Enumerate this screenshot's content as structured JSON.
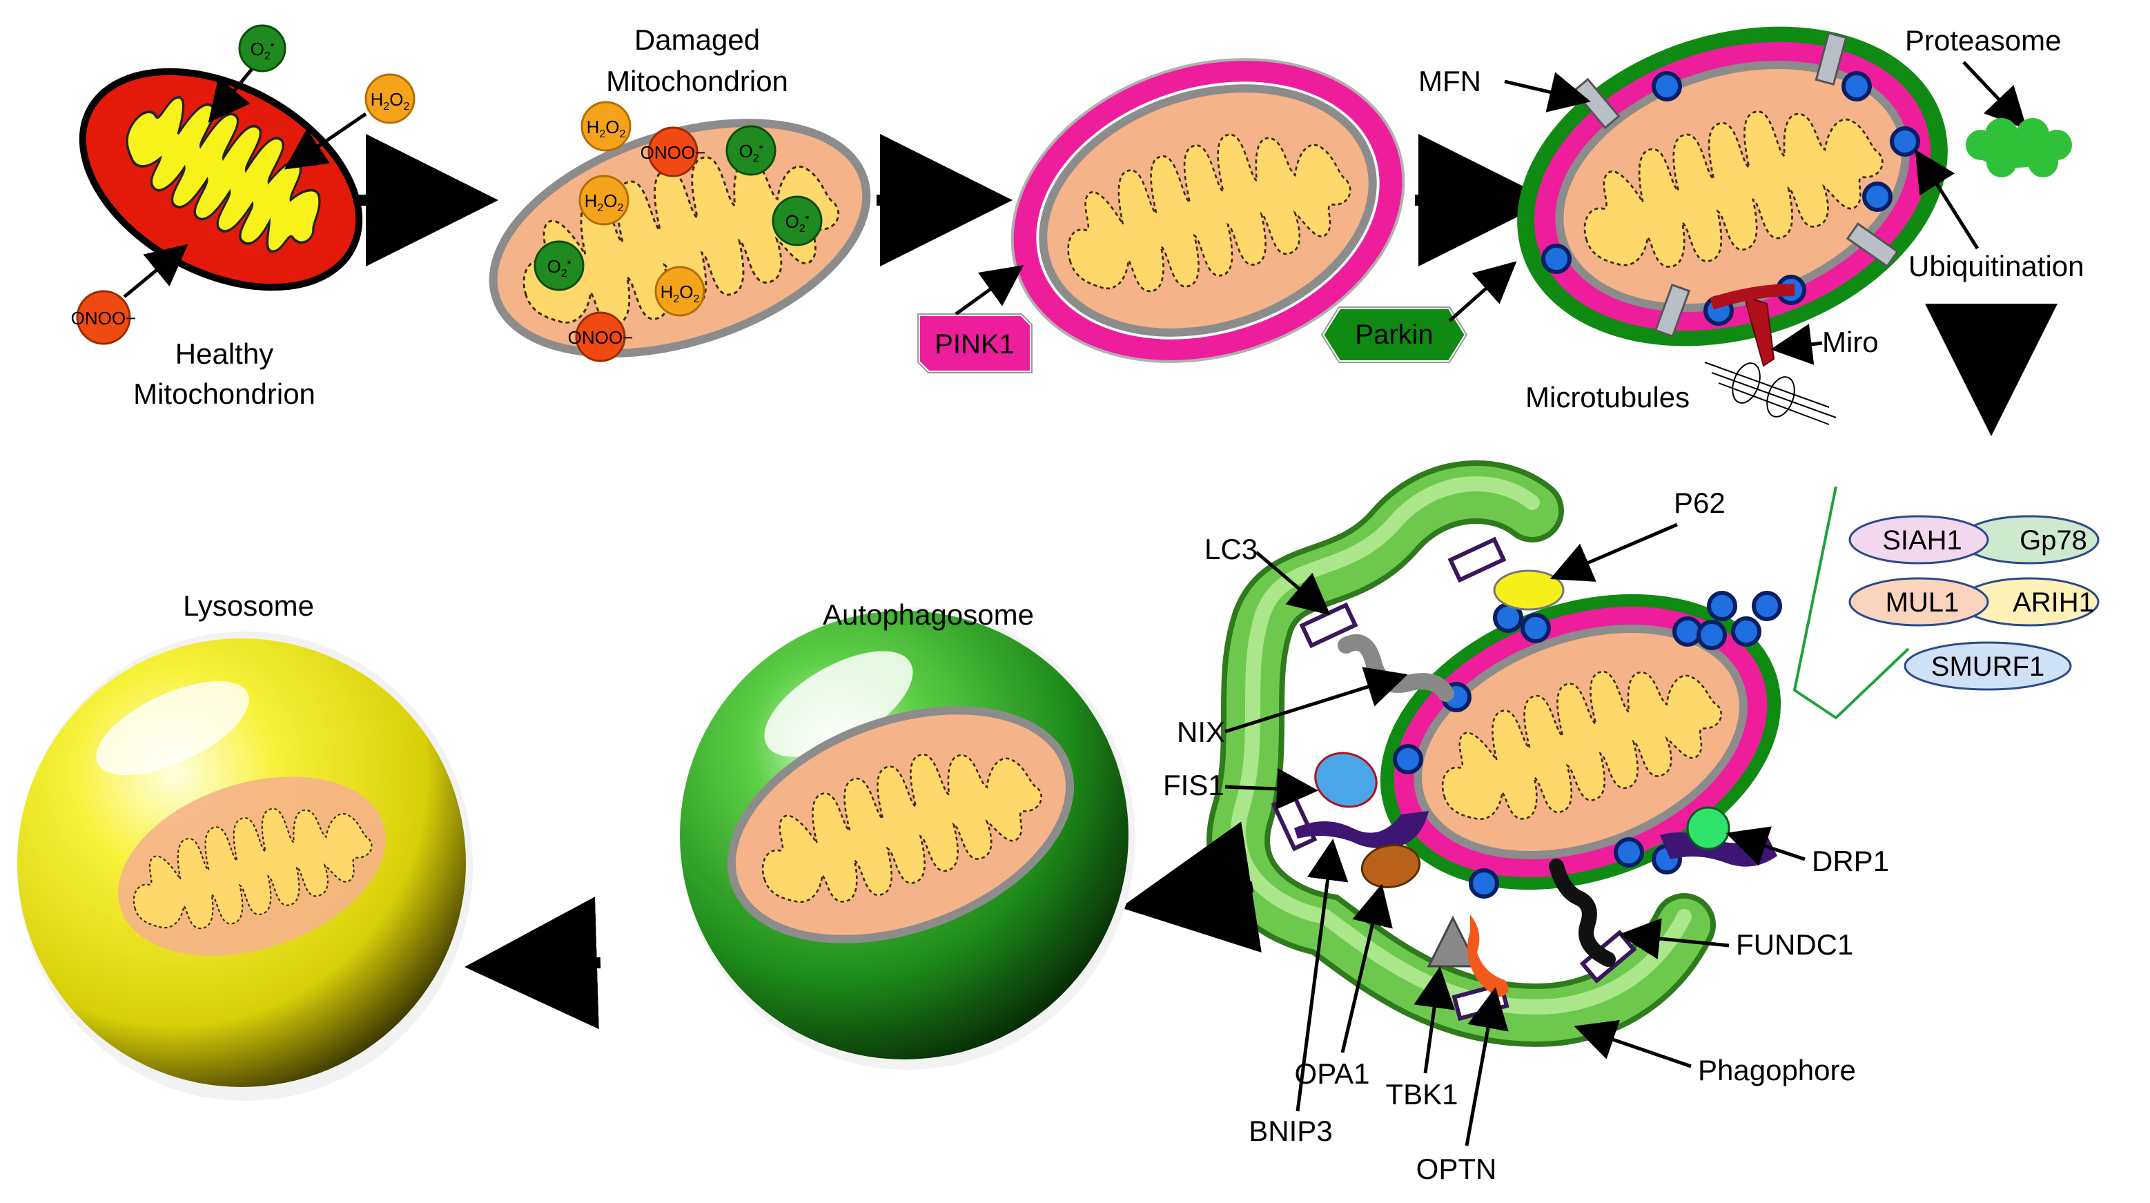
{
  "labels": {
    "healthy_mito": [
      "Healthy",
      "Mitochondrion"
    ],
    "damaged_mito": [
      "Damaged",
      "Mitochondrion"
    ],
    "pink1": "PINK1",
    "parkin": "Parkin",
    "mfn": "MFN",
    "proteasome": "Proteasome",
    "ubiquitination": "Ubiquitination",
    "miro": "Miro",
    "microtubules": "Microtubules",
    "lc3": "LC3",
    "p62": "P62",
    "nix": "NIX",
    "fis1": "FIS1",
    "drp1": "DRP1",
    "fundc1": "FUNDC1",
    "phagophore": "Phagophore",
    "bnip3": "BNIP3",
    "opa1": "OPA1",
    "tbk1": "TBK1",
    "optn": "OPTN",
    "autophagosome": "Autophagosome",
    "lysosome": "Lysosome"
  },
  "ros": {
    "superoxide": "O2•−",
    "superoxide_main": "O",
    "superoxide_sub": "2",
    "superoxide_sup": "•",
    "h2o2_main1": "H",
    "h2o2_sub1": "2",
    "h2o2_main2": "O",
    "h2o2_sub2": "2",
    "peroxynitrite": "ONOO−"
  },
  "e3_ligases": {
    "siah1": "SIAH1",
    "gp78": "Gp78",
    "mul1": "MUL1",
    "arih1": "ARIH1",
    "smurf1": "SMURF1"
  },
  "colors": {
    "ros_superoxide": "#1f8a1f",
    "ros_h2o2": "#f5a31a",
    "ros_onoo": "#f04a12",
    "mito_matrix": "#f5b38a",
    "cristae": "#ffd86b",
    "pink1": "#ee1d9c",
    "parkin": "#0f8a12",
    "ubiquitin": "#1f6fe0",
    "phagophore": "#6fc84e",
    "lysosome": "#f4ef1a",
    "autophagosome": "#2fa424"
  }
}
